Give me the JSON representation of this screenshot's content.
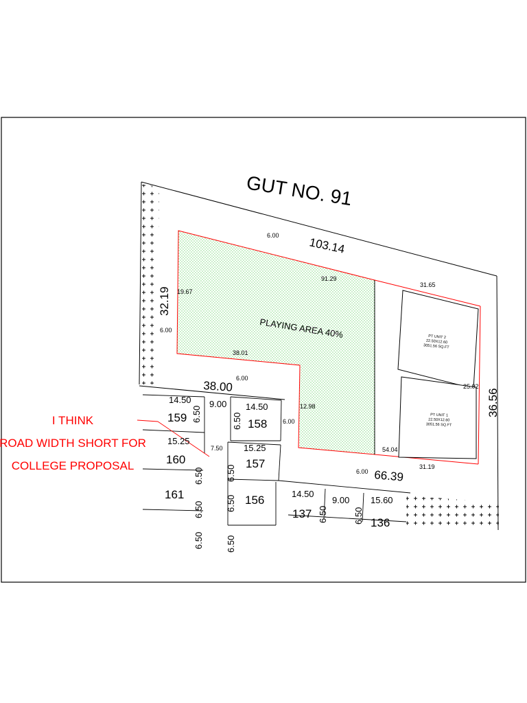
{
  "title": "GUT NO. 91",
  "playing_area": "PLAYING AREA 40%",
  "note": {
    "line1": "I THINK",
    "line2": "ROAD WIDTH SHORT FOR",
    "line3": "COLLEGE PROPOSAL",
    "color": "#ff0000"
  },
  "units": {
    "unit2": {
      "name": "PT UNIT 2",
      "size": "22.50X12.60",
      "area": "3051.56 SQ.FT"
    },
    "unit1": {
      "name": "PT UNIT 1",
      "size": "22.50X12.60",
      "area": "3051.56 SQ.FT"
    }
  },
  "plots": {
    "p159": "159",
    "p160": "160",
    "p161": "161",
    "p158": "158",
    "p157": "157",
    "p156": "156",
    "p137": "137",
    "p136": "136"
  },
  "dims": {
    "top": "103.14",
    "left": "32.19",
    "right": "36.56",
    "bottom": "66.39",
    "mid": "38.00",
    "d6_top": "6.00",
    "d6_left": "6.00",
    "d6_mid": "6.00",
    "d6_right": "6.00",
    "d6_bottom": "6.00",
    "d91": "91.29",
    "d19": "19.67",
    "d38": "38.01",
    "d12": "12.98",
    "d54": "54.04",
    "d31a": "31.65",
    "d31b": "31.19",
    "d25": "25.02",
    "d14a": "14.50",
    "d14b": "14.50",
    "d14c": "14.50",
    "d9a": "9.00",
    "d9b": "9.00",
    "d15a": "15.25",
    "d15b": "15.25",
    "d156": "15.60",
    "d75": "7.50",
    "v1": "6.50",
    "v2": "6.50",
    "v3": "6.50",
    "v4": "6.50",
    "v5": "6.50",
    "v6": "6.50",
    "v7": "6.50",
    "v8": "6.50",
    "v9": "6.50"
  },
  "colors": {
    "playing_area": "#00b400",
    "boundary": "#ff0000",
    "frame": "#000000"
  }
}
